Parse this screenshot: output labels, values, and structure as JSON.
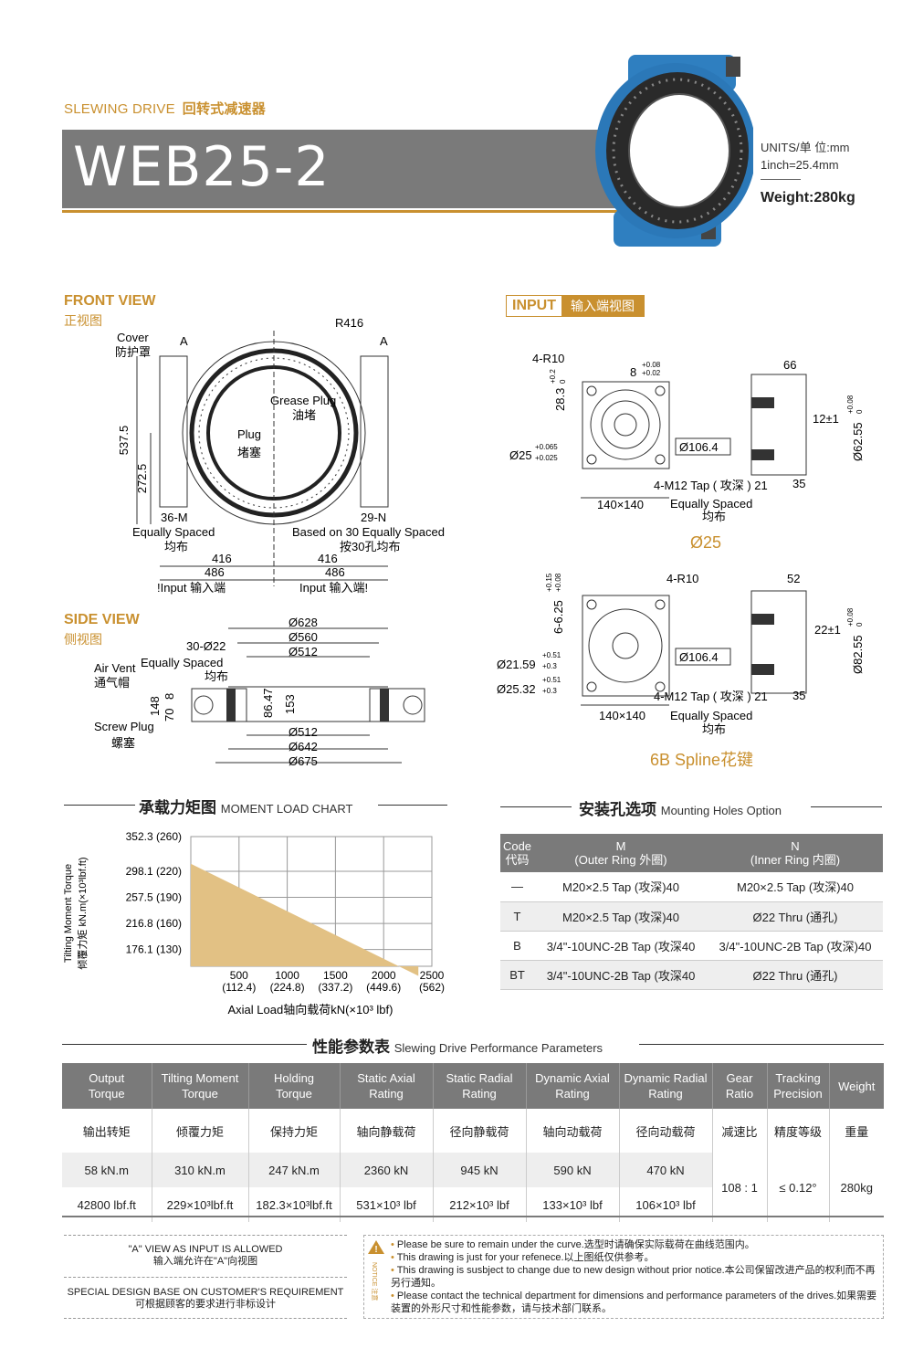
{
  "header": {
    "series_en": "SLEWING DRIVE",
    "series_cn": "回转式减速器",
    "model": "WEB25-2",
    "units_line1": "UNITS/单  位:mm",
    "units_line2": "1inch=25.4mm",
    "weight": "Weight:280kg"
  },
  "front_view": {
    "title": "FRONT VIEW",
    "title_cn": "正视图",
    "labels": {
      "r416": "R416",
      "cover": "Cover",
      "cover_cn": "防护罩",
      "a_left": "A",
      "a_right": "A",
      "grease": "Grease Plug",
      "grease_cn": "油堵",
      "plug": "Plug",
      "plug_cn": "堵塞",
      "h537": "537.5",
      "h272": "272.5",
      "m36": "36-M",
      "eq36": "Equally Spaced",
      "eq36_cn": "均布",
      "n29": "29-N",
      "based30": "Based on 30 Equally Spaced",
      "based30_cn": "按30孔均布",
      "d416a": "416",
      "d416b": "416",
      "d486a": "486",
      "d486b": "486",
      "inputa": "!Input  输入端",
      "inputb": "Input  输入端!"
    }
  },
  "input_view": {
    "tag_en": "INPUT",
    "tag_cn": "输入端视图",
    "top": {
      "r10": "4-R10",
      "w8": "8",
      "w8tol1": "+0.08",
      "w8tol2": "+0.02",
      "h28": "28.3",
      "h28tol1": "+0.2",
      "h28tol2": "0",
      "d25": "Ø25",
      "d25tol1": "+0.065",
      "d25tol2": "+0.025",
      "d1064": "Ø106.4",
      "tap": "4-M12 Tap ( 攻深 ) 21",
      "sq": "140×140",
      "eq": "Equally Spaced",
      "eq_cn": "均布",
      "l66": "66",
      "l12": "12±1",
      "d6255": "Ø62.55",
      "d6255tol1": "+0.08",
      "d6255tol2": "0",
      "l35": "35",
      "caption": "Ø25"
    },
    "bottom": {
      "r10": "4-R10",
      "h625": "6-6.25",
      "h625tol1": "+0.15",
      "h625tol2": "+0.08",
      "d2159": "Ø21.59",
      "d2159tol1": "+0.51",
      "d2159tol2": "+0.3",
      "d2532": "Ø25.32",
      "d2532tol1": "+0.51",
      "d2532tol2": "+0.3",
      "d1064": "Ø106.4",
      "tap": "4-M12 Tap ( 攻深 ) 21",
      "sq": "140×140",
      "eq": "Equally Spaced",
      "eq_cn": "均布",
      "l52": "52",
      "l22": "22±1",
      "d8255": "Ø82.55",
      "d8255tol1": "+0.08",
      "d8255tol2": "0",
      "l35": "35",
      "caption": "6B Spline花键"
    }
  },
  "side_view": {
    "title": "SIDE VIEW",
    "title_cn": "侧视图",
    "labels": {
      "d628": "Ø628",
      "d560": "Ø560",
      "d512t": "Ø512",
      "holes": "30-Ø22",
      "eq": "Equally Spaced",
      "eq_cn": "均布",
      "vent": "Air Vent",
      "vent_cn": "通气帽",
      "h148": "148",
      "h70": "70",
      "h8": "8",
      "h86": "86.47",
      "h153": "153",
      "screw": "Screw Plug",
      "screw_cn": "螺塞",
      "d512b": "Ø512",
      "d642": "Ø642",
      "d675": "Ø675"
    }
  },
  "moment_chart": {
    "title_cn": "承载力矩图",
    "title_en": "MOMENT LOAD CHART",
    "ylabel1": "Tilting Moment Torque",
    "ylabel2": "倾覆力矩 kN.m(×10³lbf.ft)",
    "xlabel": "Axial Load轴向载荷kN(×10³ lbf)"
  },
  "chart_data": {
    "type": "area",
    "title": "MOMENT LOAD CHART",
    "xlabel": "Axial Load轴向载荷kN(×10³ lbf)",
    "ylabel": "Tilting Moment Torque 倾覆力矩 kN.m(×10³lbf.ft)",
    "x_ticks": [
      {
        "v": 500,
        "l1": "500",
        "l2": "(112.4)"
      },
      {
        "v": 1000,
        "l1": "1000",
        "l2": "(224.8)"
      },
      {
        "v": 1500,
        "l1": "1500",
        "l2": "(337.2)"
      },
      {
        "v": 2000,
        "l1": "2000",
        "l2": "(449.6)"
      },
      {
        "v": 2500,
        "l1": "2500",
        "l2": "(562)"
      }
    ],
    "y_ticks": [
      {
        "v": 176.1,
        "l": "176.1 (130)"
      },
      {
        "v": 216.8,
        "l": "216.8 (160)"
      },
      {
        "v": 257.5,
        "l": "257.5 (190)"
      },
      {
        "v": 298.1,
        "l": "298.1 (220)"
      },
      {
        "v": 352.3,
        "l": "352.3 (260)"
      }
    ],
    "xlim": [
      0,
      2500
    ],
    "series": [
      {
        "x": [
          0,
          2360
        ],
        "y": [
          310,
          135
        ]
      }
    ],
    "fill_color": "#e2c184",
    "grid": true
  },
  "mounting": {
    "title_cn": "安装孔选项",
    "title_en": "Mounting Holes Option",
    "headers": [
      {
        "l1": "Code",
        "l2": "代码"
      },
      {
        "l1": "M",
        "l2": "(Outer Ring 外圈)"
      },
      {
        "l1": "N",
        "l2": "(Inner Ring 内圈)"
      }
    ],
    "rows": [
      [
        "—",
        "M20×2.5 Tap (攻深)40",
        "M20×2.5 Tap (攻深)40"
      ],
      [
        "T",
        "M20×2.5 Tap (攻深)40",
        "Ø22 Thru (通孔)"
      ],
      [
        "B",
        "3/4\"-10UNC-2B Tap (攻深40",
        "3/4\"-10UNC-2B Tap (攻深)40"
      ],
      [
        "BT",
        "3/4\"-10UNC-2B Tap (攻深40",
        "Ø22 Thru (通孔)"
      ]
    ]
  },
  "performance": {
    "title_cn": "性能参数表",
    "title_en": "Slewing Drive Performance Parameters",
    "headers": [
      {
        "l1": "Output",
        "l2": "Torque"
      },
      {
        "l1": "Tilting Moment",
        "l2": "Torque"
      },
      {
        "l1": "Holding",
        "l2": "Torque"
      },
      {
        "l1": "Static Axial",
        "l2": "Rating"
      },
      {
        "l1": "Static Radial",
        "l2": "Rating"
      },
      {
        "l1": "Dynamic Axial",
        "l2": "Rating"
      },
      {
        "l1": "Dynamic Radial",
        "l2": "Rating"
      },
      {
        "l1": "Gear",
        "l2": "Ratio"
      },
      {
        "l1": "Tracking",
        "l2": "Precision"
      },
      {
        "l1": "Weight",
        "l2": ""
      }
    ],
    "cn_headers": [
      "输出转矩",
      "倾覆力矩",
      "保持力矩",
      "轴向静载荷",
      "径向静载荷",
      "轴向动载荷",
      "径向动载荷",
      "减速比",
      "精度等级",
      "重量"
    ],
    "row_metric": [
      "58 kN.m",
      "310 kN.m",
      "247 kN.m",
      "2360 kN",
      "945 kN",
      "590 kN",
      "470 kN"
    ],
    "row_imperial": [
      "42800 lbf.ft",
      "229×10³lbf.ft",
      "182.3×10³lbf.ft",
      "531×10³ lbf",
      "212×10³ lbf",
      "133×10³ lbf",
      "106×10³ lbf"
    ],
    "gear_ratio": "108 : 1",
    "precision": "≤ 0.12°",
    "weight": "280kg"
  },
  "notes": {
    "left1_en": "\"A\" VIEW AS INPUT IS ALLOWED",
    "left1_cn": "输入端允许在\"A\"向视图",
    "left2_en": "SPECIAL DESIGN BASE ON CUSTOMER'S REQUIREMENT",
    "left2_cn": "可根据顾客的要求进行非标设计",
    "notice_label": "NOTICE 注意",
    "items": [
      "Please be sure to remain under the curve.选型时请确保实际载荷在曲线范围内。",
      "This drawing is just for your refenece.以上图纸仅供参考。",
      "This drawing is susbject to change due to new design without prior notice.本公司保留改进产品的权利而不再另行通知。",
      "Please contact the technical department for dimensions and performance parameters of the drives.如果需要装置的外形尺寸和性能参数，请与技术部门联系。"
    ]
  }
}
